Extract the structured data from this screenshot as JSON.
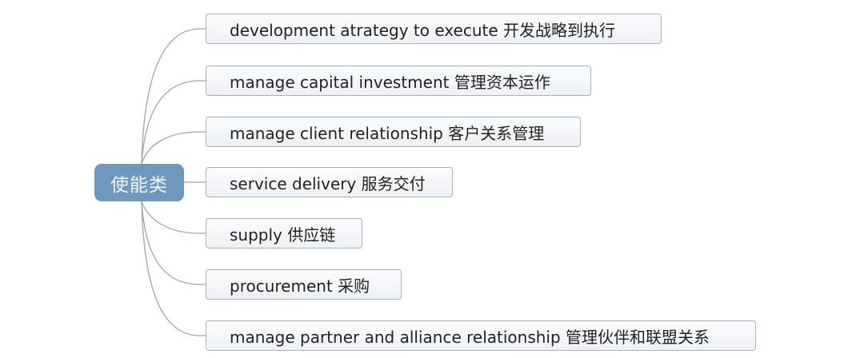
{
  "root": {
    "label": "使能类",
    "color": "#6e99bd"
  },
  "children": [
    {
      "label": "development atrategy to execute 开发战略到执行"
    },
    {
      "label": "manage capital investment 管理资本运作"
    },
    {
      "label": "manage client relationship 客户关系管理"
    },
    {
      "label": "service delivery 服务交付"
    },
    {
      "label": "supply 供应链"
    },
    {
      "label": "procurement 采购"
    },
    {
      "label": "manage partner and alliance relationship 管理伙伴和联盟关系"
    }
  ]
}
